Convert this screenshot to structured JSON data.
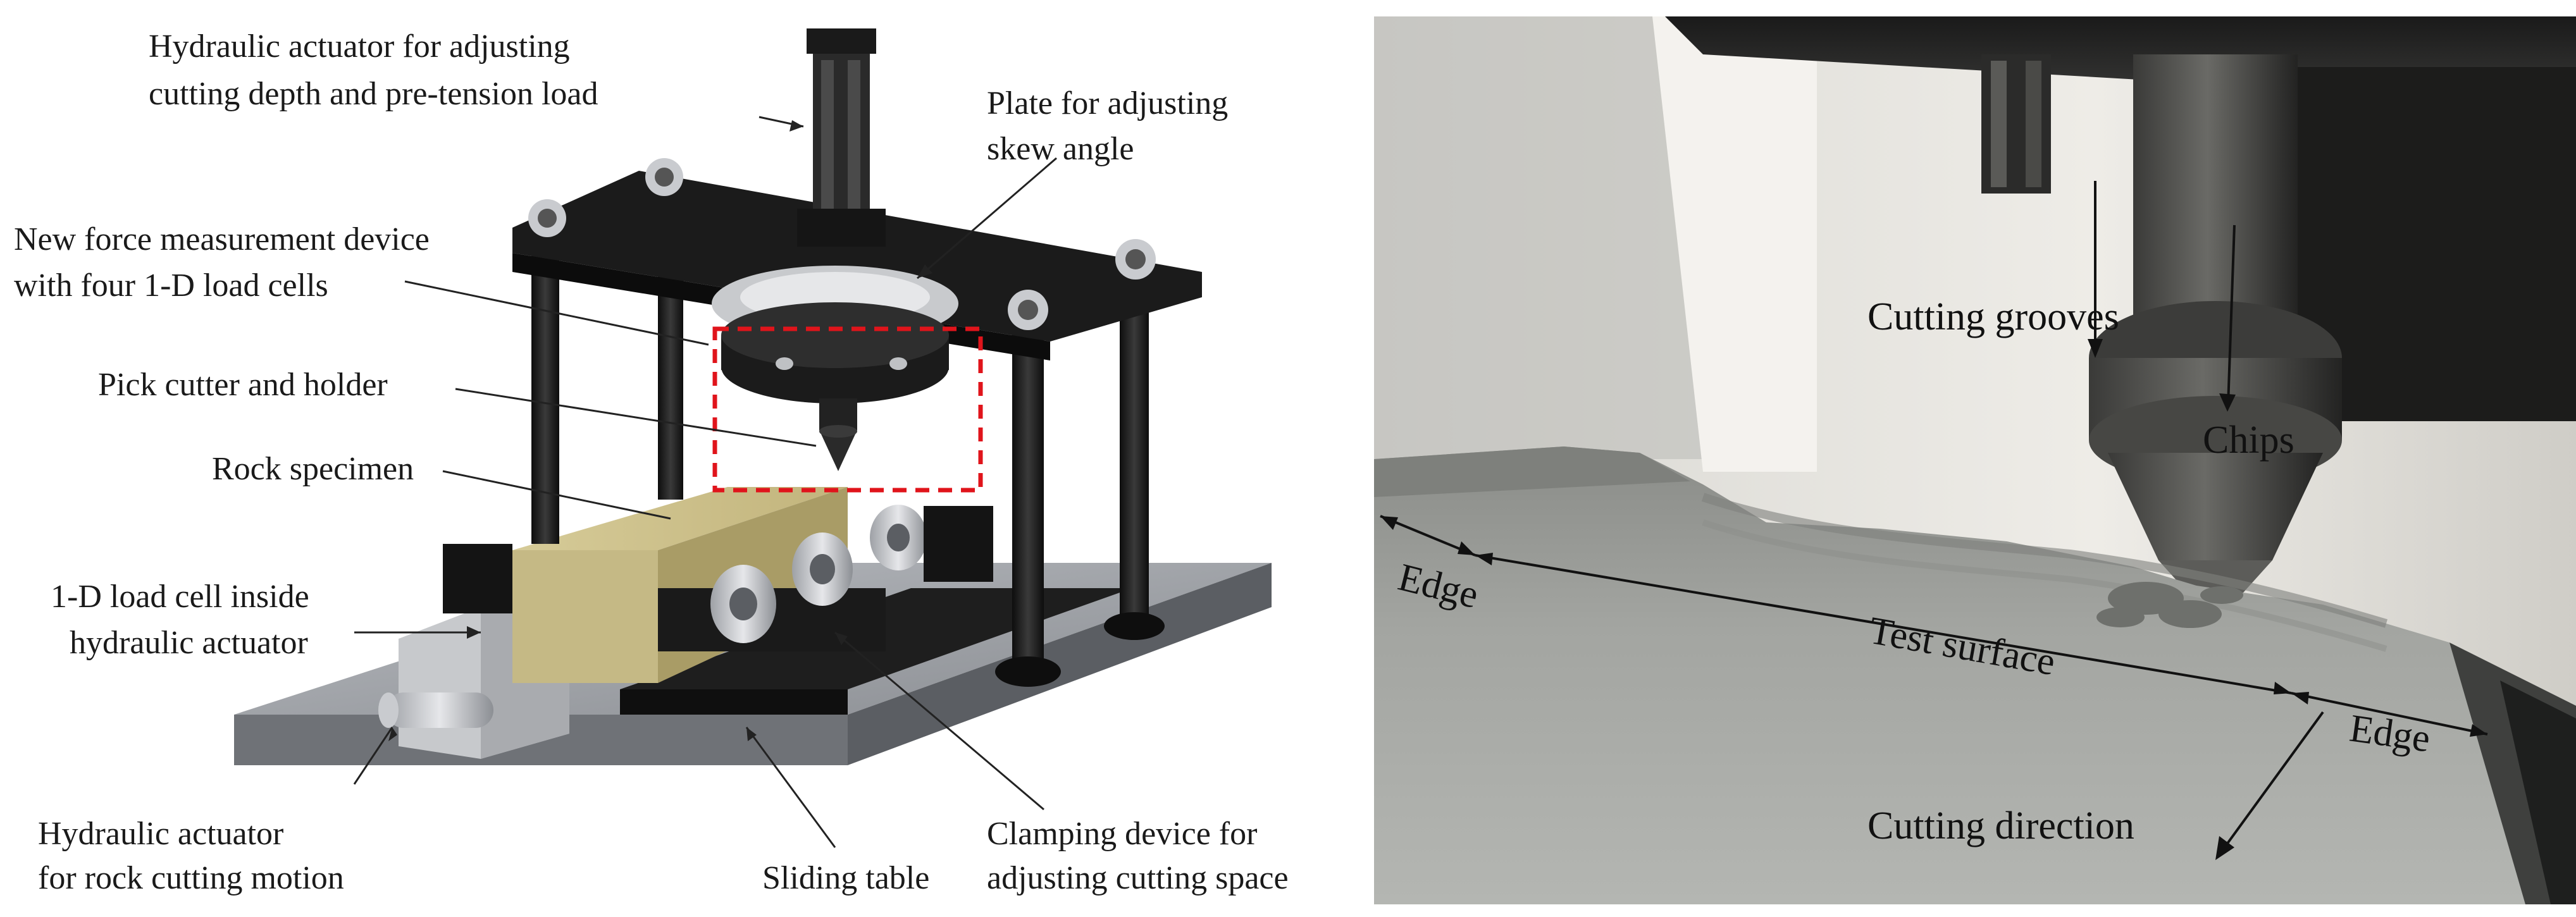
{
  "left_panel": {
    "labels": {
      "actuator_depth_1": "Hydraulic actuator for adjusting",
      "actuator_depth_2": "cutting depth and pre-tension load",
      "plate_1": "Plate for adjusting",
      "plate_2": "skew angle",
      "force_device_1": "New force measurement device",
      "force_device_2": "with four 1-D load cells",
      "pick_cutter": "Pick cutter and holder",
      "rock_specimen": "Rock specimen",
      "load_cell_1": "1-D load cell inside",
      "load_cell_2": "hydraulic actuator",
      "actuator_cut_1": "Hydraulic actuator",
      "actuator_cut_2": "for rock cutting motion",
      "sliding_table": "Sliding table",
      "clamping_1": "Clamping device for",
      "clamping_2": "adjusting cutting space"
    },
    "colors": {
      "frame": "#1c1c1c",
      "base": "#8e9196",
      "specimen": "#cbbf8c",
      "highlight_box": "#e0141b"
    }
  },
  "right_panel": {
    "labels": {
      "cutting_grooves": "Cutting grooves",
      "chips": "Chips",
      "edge_left": "Edge",
      "test_surface": "Test surface",
      "edge_right": "Edge",
      "cutting_direction": "Cutting direction"
    },
    "colors": {
      "rock": "#9a9c98",
      "wall": "#e9e6e0",
      "tool": "#2e2e2c"
    }
  }
}
